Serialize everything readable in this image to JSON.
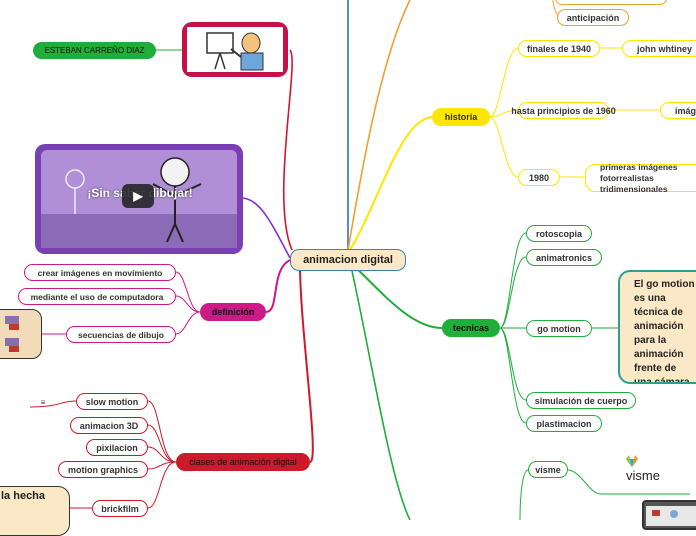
{
  "center": "animacion digital",
  "author": "ESTEBAN CARREÑO DIAZ",
  "video_caption": "¡Sin saber dibujar!",
  "anticipacion": "anticipación",
  "historia": {
    "label": "historia",
    "items": [
      "finales de 1940",
      "hasta principios de 1960",
      "1980"
    ],
    "details": [
      "john whtiney",
      "imágenes",
      "primeras imágenes fotorrealistas tridimensionales"
    ]
  },
  "tecnicas": {
    "label": "tecnicas",
    "items": [
      "rotoscopia",
      "animatronics",
      "go motion",
      "simulación de cuerpo",
      "plastimacion"
    ],
    "description": "El go motion es una técnica de animación para la animación frente de una cámara cinematográfica con los objetos o modelos fotografiados completamente"
  },
  "definicion": {
    "label": "definición",
    "items": [
      "crear imágenes en movimiento",
      "mediante el uso de computadora",
      "secuencias de dibujo"
    ]
  },
  "clases": {
    "label": "clases de animación digital",
    "items": [
      "slow motion",
      "animacion 3D",
      "pixilacion",
      "motion graphics",
      "brickfilm"
    ],
    "note_fragment": "la hecha"
  },
  "visme": {
    "label": "visme",
    "logo_text": "visme"
  },
  "colors": {
    "historia": "#ffe600",
    "tecnicas": "#1fae3a",
    "definicion": "#cc1a86",
    "clases": "#cc1a2c",
    "author": "#1fae3a",
    "center_border": "#3b7fb5",
    "center_fill": "#fbe8c6"
  }
}
